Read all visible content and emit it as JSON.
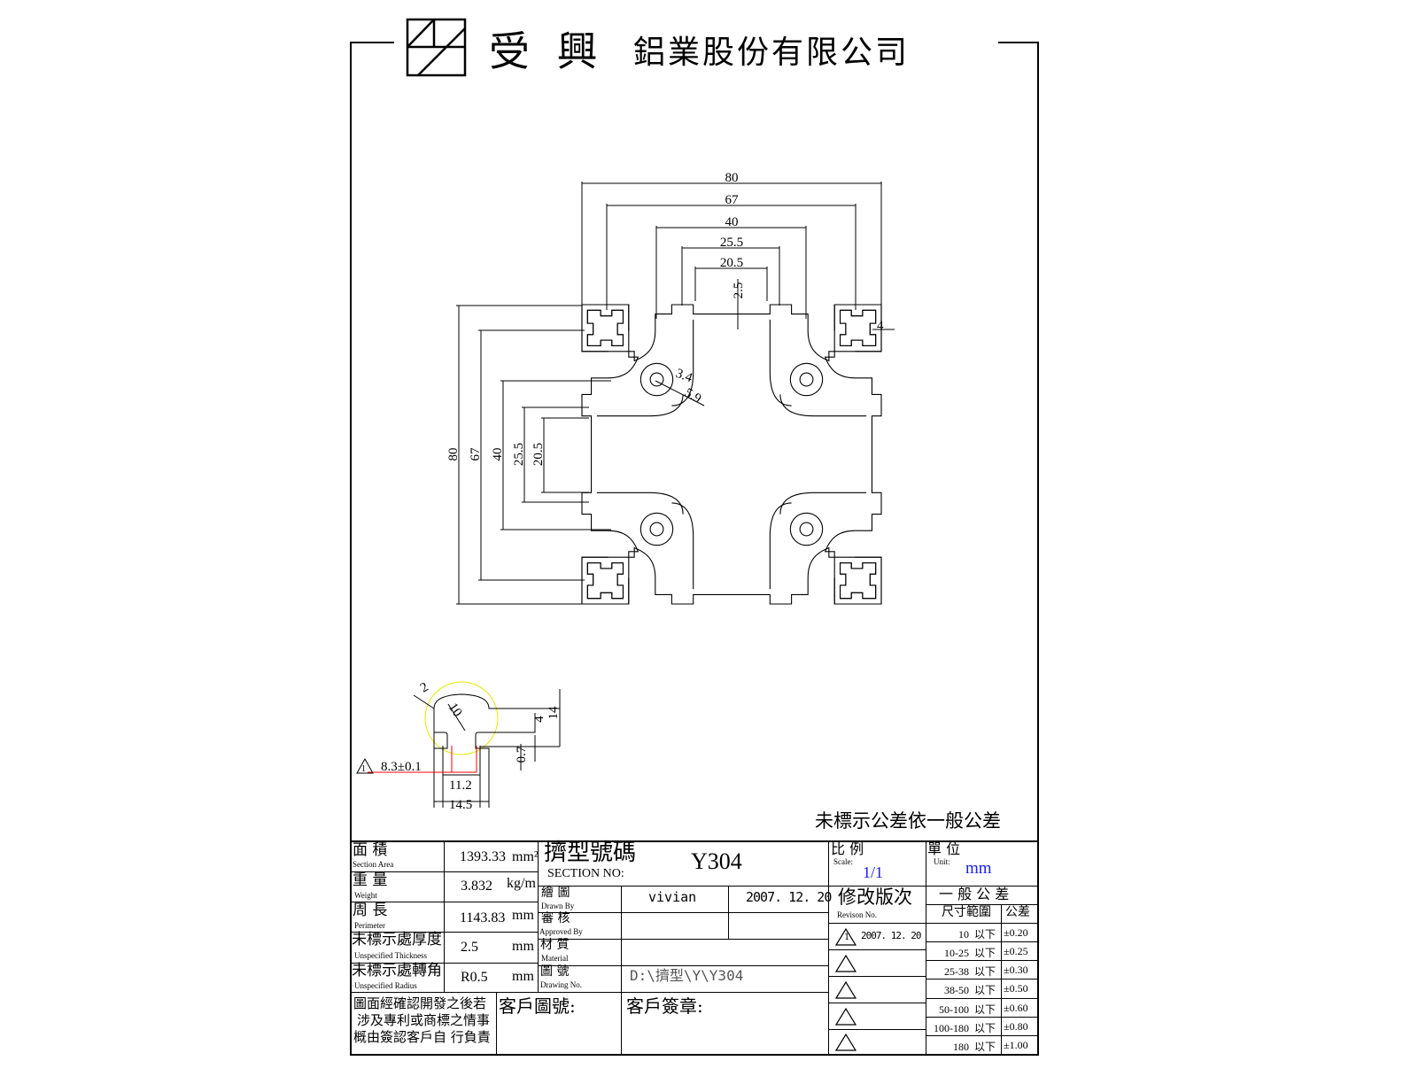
{
  "header": {
    "company_short": "受 興",
    "company_rest": "鋁業股份有限公司"
  },
  "drawing": {
    "top_dims": [
      "80",
      "67",
      "40",
      "25.5",
      "20.5"
    ],
    "left_dims": [
      "80",
      "67",
      "40",
      "25.5",
      "20.5"
    ],
    "wall": "2.5",
    "slot_lip": "4",
    "hole_d1": "3.4",
    "hole_d2": "5.9"
  },
  "detail": {
    "r1": "2",
    "r2": "10",
    "d_depth": "4",
    "d_height": "14",
    "d_lip": "0.7",
    "tol": "8.3±0.1",
    "rev_mark": "1",
    "w_inner": "11.2",
    "w_outer": "14.5"
  },
  "note": "未標示公差依一般公差",
  "title_block": {
    "area": {
      "cn": "面 積",
      "en": "Section Area",
      "value": "1393.33",
      "unit": "mm²"
    },
    "weight": {
      "cn": "重 量",
      "en": "Weight",
      "value": "3.832",
      "unit": "kg/m"
    },
    "perimeter": {
      "cn": "周 長",
      "en": "Perimeter",
      "value": "1143.83",
      "unit": "mm"
    },
    "thickness": {
      "cn": "未標示處厚度",
      "en": "Unspecified Thickness",
      "value": "2.5",
      "unit": "mm"
    },
    "radius": {
      "cn": "未標示處轉角",
      "en": "Unspecified Radius",
      "value": "R0.5",
      "unit": "mm"
    },
    "section_no": {
      "cn": "擠型號碼",
      "en": "SECTION NO:",
      "value": "Y304"
    },
    "drawn_by": {
      "cn": "繪 圖",
      "en": "Drawn By",
      "value": "vivian",
      "date": "2007. 12. 20"
    },
    "approved_by": {
      "cn": "審 核",
      "en": "Approved By"
    },
    "material": {
      "cn": "材 質",
      "en": "Material"
    },
    "drawing_no": {
      "cn": "圖 號",
      "en": "Drawing No.",
      "value": "D:\\擠型\\Y\\Y304"
    },
    "disclaimer": [
      "圖面經確認開發之後若",
      "涉及專利或商標之情事",
      "概由簽認客戶自 行負責"
    ],
    "customer_no": "客戶圖號:",
    "customer_sign": "客戶簽章:",
    "scale": {
      "cn": "比 例",
      "en": "Scale:",
      "value": "1/1"
    },
    "unit": {
      "cn": "單 位",
      "en": "Unit:",
      "value": "mm"
    },
    "revision": {
      "cn": "修改版次",
      "en": "Revison No.",
      "entries": [
        {
          "mark": "1",
          "date": "2007. 12. 20"
        }
      ]
    },
    "tolerance": {
      "title": "一 般 公 差",
      "col1": "尺寸範圍",
      "col2": "公差",
      "rows": [
        [
          "10  以下",
          "±0.20"
        ],
        [
          "10-25  以下",
          "±0.25"
        ],
        [
          "25-38  以下",
          "±0.30"
        ],
        [
          "38-50  以下",
          "±0.50"
        ],
        [
          "50-100  以下",
          "±0.60"
        ],
        [
          "100-180  以下",
          "±0.80"
        ],
        [
          "180  以下",
          "±1.00"
        ]
      ]
    }
  },
  "colors": {
    "line": "#000000",
    "red": "#ff0000",
    "yellow": "#e8e800",
    "blue": "#1a1aff"
  }
}
